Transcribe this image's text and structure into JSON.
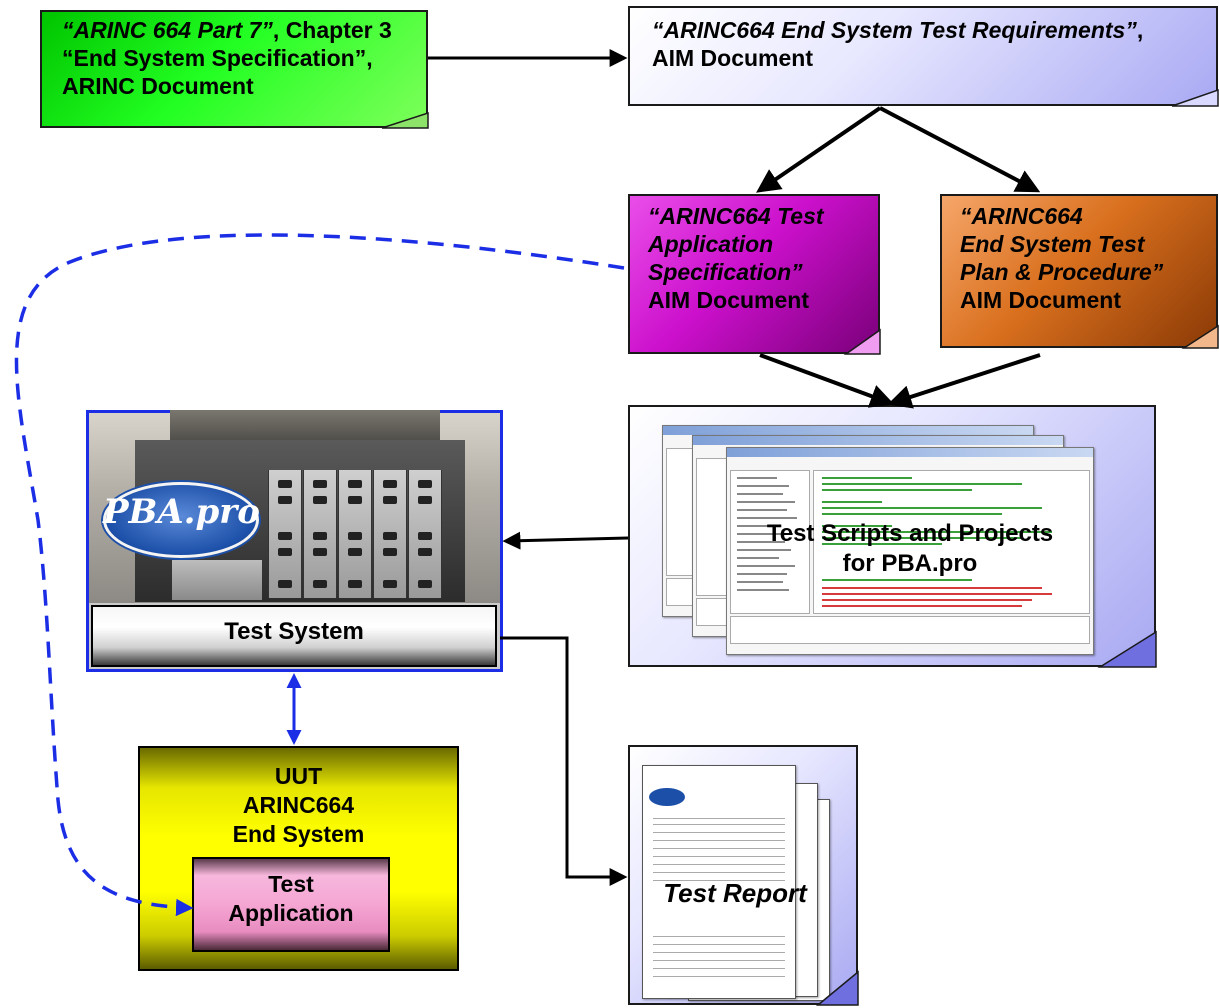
{
  "documents": {
    "arinc_spec": {
      "line1_italic": "“ARINC 664 Part 7”",
      "line1_rest": ", Chapter 3",
      "line2": "“End System Specification”,",
      "line3": "ARINC Document"
    },
    "test_requirements": {
      "line1_italic": "“ARINC664 End System Test Requirements”",
      "line1_rest": ",",
      "line2": "AIM Document"
    },
    "test_app_spec": {
      "line1": "“ARINC664 Test",
      "line2": "Application",
      "line3": "Specification”",
      "line4": "AIM Document"
    },
    "test_plan": {
      "line1": "“ARINC664",
      "line2": "End System Test",
      "line3": "Plan & Procedure”",
      "line4": "AIM Document"
    },
    "test_scripts": {
      "line1": "Test Scripts and Projects",
      "line2": "for PBA.pro"
    },
    "test_report": {
      "label": "Test Report"
    }
  },
  "test_system": {
    "label": "Test System",
    "logo": "PBA.pro"
  },
  "uut": {
    "line1": "UUT",
    "line2": "ARINC664",
    "line3": "End System",
    "app_line1": "Test",
    "app_line2": "Application"
  },
  "colors": {
    "arinc_doc": "#22ff22",
    "aim_doc": "#a9a9f4",
    "app_spec_doc": "#cc10cc",
    "plan_doc": "#d9701e",
    "test_system_border": "#1b2ee6",
    "uut_box": "#ffff00",
    "test_app_box": "#f5a6d3",
    "dashed_link": "#1b2ee6"
  }
}
